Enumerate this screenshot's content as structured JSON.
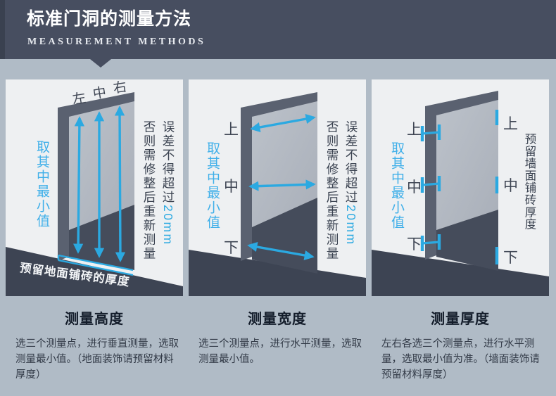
{
  "header": {
    "title": "标准门洞的测量方法",
    "subtitle": "MEASUREMENT METHODS"
  },
  "panels": [
    {
      "id": "measure-height",
      "arrow_labels": [
        "左",
        "中",
        "右"
      ],
      "left_note": "取其中最小值",
      "right_note_col1": "误差不得超过",
      "right_note_highlight": "20mm",
      "right_note_col2": "否则需修整后重新测量",
      "floor_note": "预留地面铺砖的厚度",
      "caption_title": "测量高度",
      "caption_body": "选三个测量点，进行垂直测量，选取测量最小值。（地面装饰请预留材料厚度）"
    },
    {
      "id": "measure-width",
      "arrow_labels": [
        "上",
        "中",
        "下"
      ],
      "left_note": "取其中最小值",
      "right_note_col1": "误差不得超过",
      "right_note_highlight": "20mm",
      "right_note_col2": "否则需修整后重新测量",
      "caption_title": "测量宽度",
      "caption_body": "选三个测量点，进行水平测量，选取测量最小值。"
    },
    {
      "id": "measure-thickness",
      "left_labels": [
        "上",
        "中",
        "下"
      ],
      "right_labels": [
        "上",
        "中",
        "下"
      ],
      "left_note": "取其中最小值",
      "right_note": "预留墙面铺砖厚度",
      "caption_title": "测量厚度",
      "caption_body": "左右各选三个测量点，进行水平测量，选取最小值为准。（墙面装饰请预留材料厚度）"
    }
  ],
  "colors": {
    "accent_cyan": "#2BA9E1",
    "note_cyan": "#3FAFE9",
    "header_bg": "#474E60",
    "page_bg": "#B0BBC6",
    "panel_bg": "#EEF0F2",
    "door_frame": "#5A6170",
    "door_opening": "#B4BAC3",
    "opening_shadow": "#454C5B",
    "floor": "#3D4453",
    "caption_title": "#141D2B",
    "caption_text": "#323A47"
  }
}
